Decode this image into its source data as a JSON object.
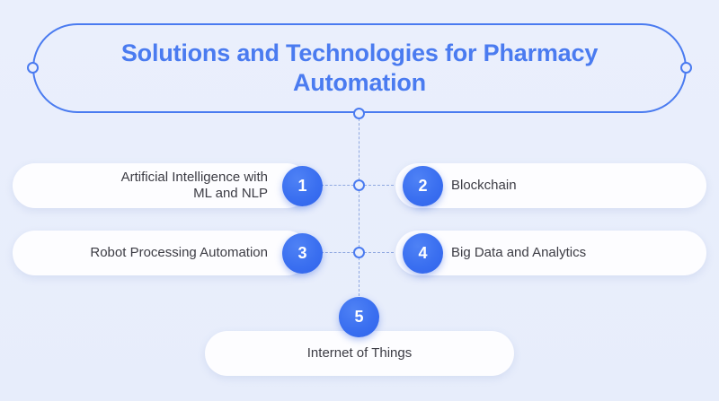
{
  "theme": {
    "background": "#e9effc",
    "accent": "#4a7bf0",
    "badge_blue": "#3a6ff0",
    "pill_background": "#fdfdff",
    "label_color": "#3c3c44",
    "connector_color": "#8fa8e0"
  },
  "header": {
    "title": "Solutions and Technologies for Pharmacy\nAutomation"
  },
  "items": [
    {
      "number": "1",
      "label": "Artificial Intelligence with\nML and NLP",
      "side": "left"
    },
    {
      "number": "2",
      "label": "Blockchain",
      "side": "right"
    },
    {
      "number": "3",
      "label": "Robot Processing Automation",
      "side": "left"
    },
    {
      "number": "4",
      "label": "Big Data and Analytics",
      "side": "right"
    },
    {
      "number": "5",
      "label": "Internet of Things",
      "side": "bottom"
    }
  ]
}
